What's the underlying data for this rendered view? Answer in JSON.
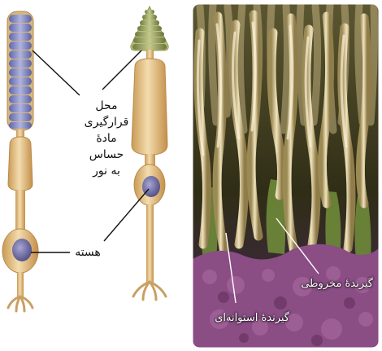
{
  "labels": {
    "photosensitive_location": [
      "محل قرارگیری",
      "مادهٔ حساس",
      "به نور"
    ],
    "nucleus": "هسته",
    "cone_receptor": "گیرندهٔ مخروطی",
    "rod_receptor": "گیرندهٔ استوانه‌ای"
  },
  "colors": {
    "cell_body": "#e9c88f",
    "cell_body_shadow": "#c99a55",
    "rod_discs": "#8a90c8",
    "cone_discs": "#9aa166",
    "nucleus": "#7a78ad",
    "photo_background": "#3b3a1c",
    "photo_fibers": "#d8c79a",
    "photo_cone_green": "#6f8a3a",
    "photo_base_purple": "#8a4d84"
  }
}
